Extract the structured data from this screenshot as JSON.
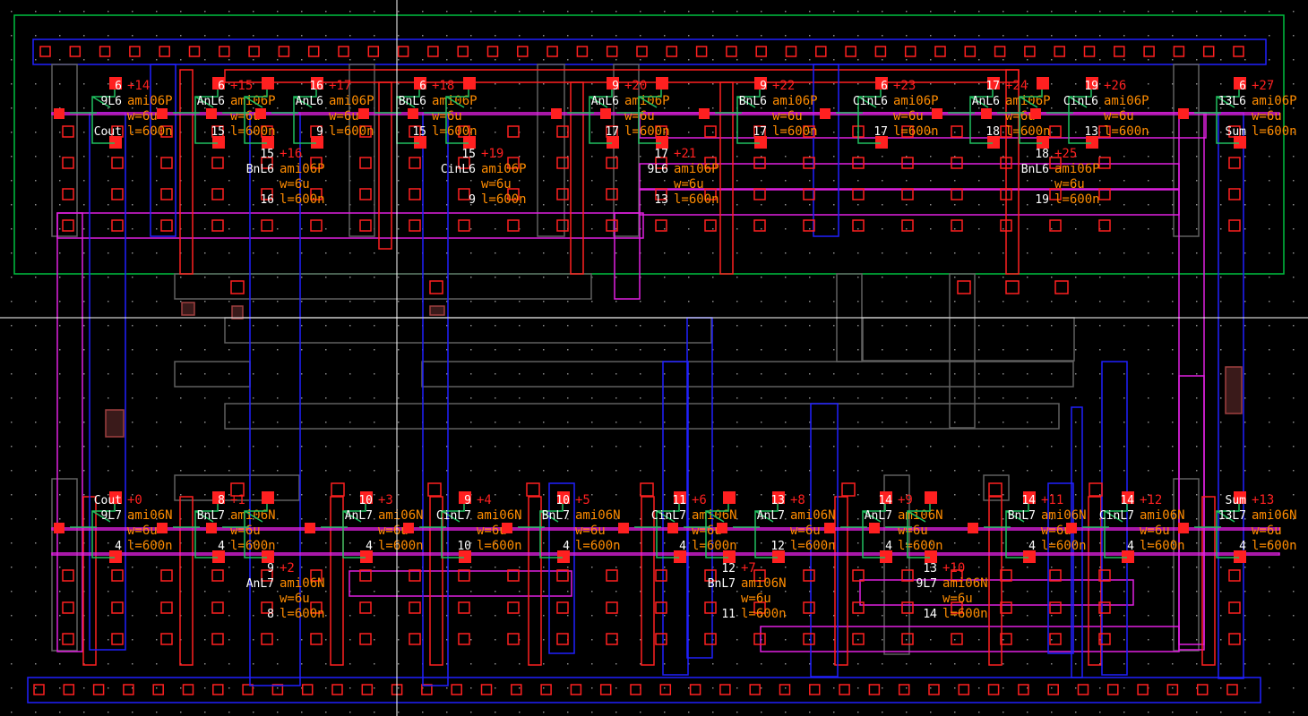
{
  "colors": {
    "background": "#000000",
    "well": "#00c040",
    "metal1": "#2020ff",
    "poly": "#ff2020",
    "metal2": "#e020e0",
    "contact": "#ff2020",
    "diffusion": "#20c060",
    "label_net": "#ffffff",
    "label_param": "#ff8c00",
    "label_index": "#ff2020",
    "crosshair": "#ffffff",
    "outline": "#606060"
  },
  "pmos": [
    {
      "index": "+14",
      "model": "ami06P",
      "w": "w=6u",
      "l": "l=600n",
      "gate": "9L6",
      "drain": "6",
      "source": "Cout"
    },
    {
      "index": "+15",
      "model": "ami06P",
      "w": "w=6u",
      "l": "l=600n",
      "gate": "AnL6",
      "drain": "6",
      "source": "15"
    },
    {
      "index": "+16",
      "model": "ami06P",
      "w": "w=6u",
      "l": "l=600n",
      "gate": "BnL6",
      "drain": "15",
      "source": "16"
    },
    {
      "index": "+17",
      "model": "ami06P",
      "w": "w=6u",
      "l": "l=600n",
      "gate": "AnL6",
      "drain": "16",
      "source": "9"
    },
    {
      "index": "+18",
      "model": "ami06P",
      "w": "w=6u",
      "l": "l=600n",
      "gate": "BnL6",
      "drain": "6",
      "source": "15"
    },
    {
      "index": "+19",
      "model": "ami06P",
      "w": "w=6u",
      "l": "l=600n",
      "gate": "CinL6",
      "drain": "15",
      "source": "9"
    },
    {
      "index": "+20",
      "model": "ami06P",
      "w": "w=6u",
      "l": "l=600n",
      "gate": "AnL6",
      "drain": "9",
      "source": "17"
    },
    {
      "index": "+21",
      "model": "ami06P",
      "w": "w=6u",
      "l": "l=600n",
      "gate": "9L6",
      "drain": "17",
      "source": "13"
    },
    {
      "index": "+22",
      "model": "ami06P",
      "w": "w=6u",
      "l": "l=600n",
      "gate": "BnL6",
      "drain": "9",
      "source": "17"
    },
    {
      "index": "+23",
      "model": "ami06P",
      "w": "w=6u",
      "l": "l=600n",
      "gate": "CinL6",
      "drain": "6",
      "source": "17"
    },
    {
      "index": "+24",
      "model": "ami06P",
      "w": "w=6u",
      "l": "l=600n",
      "gate": "AnL6",
      "drain": "17",
      "source": "18"
    },
    {
      "index": "+25",
      "model": "ami06P",
      "w": "w=6u",
      "l": "l=600n",
      "gate": "BnL6",
      "drain": "18",
      "source": "19"
    },
    {
      "index": "+26",
      "model": "ami06P",
      "w": "w=6u",
      "l": "l=600n",
      "gate": "CinL6",
      "drain": "19",
      "source": "13"
    },
    {
      "index": "+27",
      "model": "ami06P",
      "w": "w=6u",
      "l": "l=600n",
      "gate": "13L6",
      "drain": "6",
      "source": "Sum"
    }
  ],
  "nmos": [
    {
      "index": "+0",
      "model": "ami06N",
      "w": "w=6u",
      "l": "l=600n",
      "gate": "9L7",
      "drain": "Cout",
      "source": "4"
    },
    {
      "index": "+1",
      "model": "ami06N",
      "w": "w=6u",
      "l": "l=600n",
      "gate": "BnL7",
      "drain": "8",
      "source": "4"
    },
    {
      "index": "+2",
      "model": "ami06N",
      "w": "w=6u",
      "l": "l=600n",
      "gate": "AnL7",
      "drain": "9",
      "source": "8"
    },
    {
      "index": "+3",
      "model": "ami06N",
      "w": "w=6u",
      "l": "l=600n",
      "gate": "AnL7",
      "drain": "10",
      "source": "4"
    },
    {
      "index": "+4",
      "model": "ami06N",
      "w": "w=6u",
      "l": "l=600n",
      "gate": "CinL7",
      "drain": "9",
      "source": "10"
    },
    {
      "index": "+5",
      "model": "ami06N",
      "w": "w=6u",
      "l": "l=600n",
      "gate": "BnL7",
      "drain": "10",
      "source": "4"
    },
    {
      "index": "+6",
      "model": "ami06N",
      "w": "w=6u",
      "l": "l=600n",
      "gate": "CinL7",
      "drain": "11",
      "source": "4"
    },
    {
      "index": "+7",
      "model": "ami06N",
      "w": "w=6u",
      "l": "l=600n",
      "gate": "BnL7",
      "drain": "12",
      "source": "11"
    },
    {
      "index": "+8",
      "model": "ami06N",
      "w": "w=6u",
      "l": "l=600n",
      "gate": "AnL7",
      "drain": "13",
      "source": "12"
    },
    {
      "index": "+9",
      "model": "ami06N",
      "w": "w=6u",
      "l": "l=600n",
      "gate": "AnL7",
      "drain": "14",
      "source": "4"
    },
    {
      "index": "+10",
      "model": "ami06N",
      "w": "w=6u",
      "l": "l=600n",
      "gate": "9L7",
      "drain": "13",
      "source": "14"
    },
    {
      "index": "+11",
      "model": "ami06N",
      "w": "w=6u",
      "l": "l=600n",
      "gate": "BnL7",
      "drain": "14",
      "source": "4"
    },
    {
      "index": "+12",
      "model": "ami06N",
      "w": "w=6u",
      "l": "l=600n",
      "gate": "CinL7",
      "drain": "14",
      "source": "4"
    },
    {
      "index": "+13",
      "model": "ami06N",
      "w": "w=6u",
      "l": "l=600n",
      "gate": "13L7",
      "drain": "Sum",
      "source": "4"
    }
  ]
}
